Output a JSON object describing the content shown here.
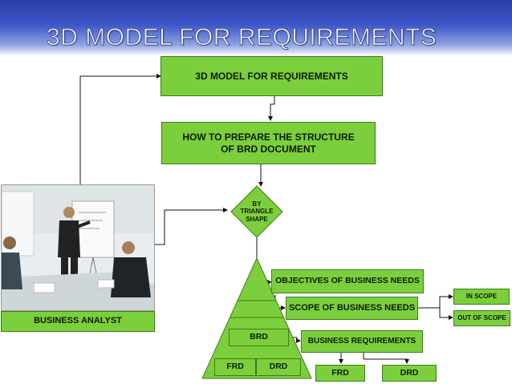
{
  "slide_title": "3D MODEL FOR REQUIREMENTS",
  "boxes": {
    "top": "3D MODEL FOR REQUIREMENTS",
    "structure": "HOW TO PREPARE THE STRUCTURE\nOF BRD DOCUMENT",
    "diamond": "BY\nTRIANGLE\nSHAPE",
    "business_analyst": "BUSINESS ANALYST",
    "objectives": "OBJECTIVES OF BUSINESS NEEDS",
    "scope": "SCOPE OF BUSINESS NEEDS",
    "in_scope": "IN SCOPE",
    "out_of_scope": "OUT OF SCOPE",
    "brd": "BRD",
    "frd_left": "FRD",
    "drd_left": "DRD",
    "business_requirements": "BUSINESS REQUIREMENTS",
    "frd_bottom": "FRD",
    "drd_bottom": "DRD"
  },
  "colors": {
    "box_fill": "#7ccf3c",
    "box_border": "#3f7d1a",
    "header_blue": "#2a3fa8"
  },
  "image": "business-analyst-photo"
}
